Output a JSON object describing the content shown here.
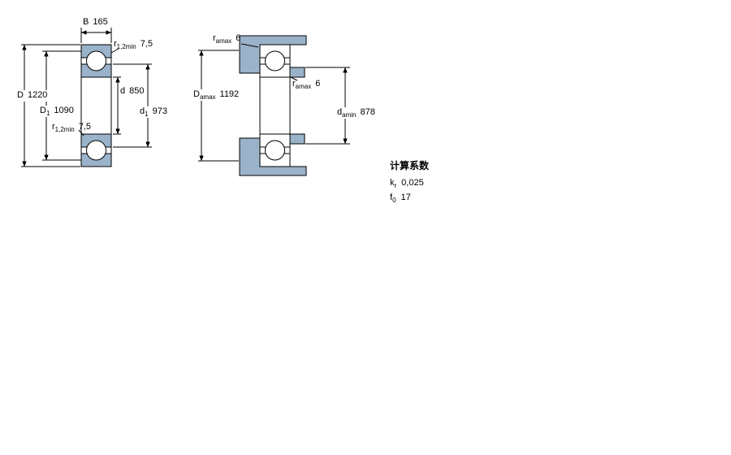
{
  "colors": {
    "shaded_fill": "#9ab3ca",
    "line_color": "#000000",
    "text_color": "#000000",
    "background": "#ffffff"
  },
  "dimension_drawing": {
    "labels": {
      "B": {
        "label": "B",
        "sub": "",
        "value": "165"
      },
      "r_top": {
        "label": "r",
        "sub": "1,2min",
        "value": "7,5"
      },
      "D": {
        "label": "D",
        "sub": "",
        "value": "1220"
      },
      "D1": {
        "label": "D",
        "sub": "1",
        "value": "1090"
      },
      "d": {
        "label": "d",
        "sub": "",
        "value": "850"
      },
      "d1": {
        "label": "d",
        "sub": "1",
        "value": "973"
      },
      "r_left": {
        "label": "r",
        "sub": "1,2min",
        "value": "7,5"
      }
    }
  },
  "abutment_drawing": {
    "labels": {
      "ra_top": {
        "label": "r",
        "sub": "amax",
        "value": "6"
      },
      "Da": {
        "label": "D",
        "sub": "amax",
        "value": "1192"
      },
      "ra_mid": {
        "label": "r",
        "sub": "amax",
        "value": "6"
      },
      "da": {
        "label": "d",
        "sub": "amin",
        "value": "878"
      }
    }
  },
  "calculation_factors": {
    "title": "计算系数",
    "rows": [
      {
        "label": "k",
        "sub": "r",
        "value": "0,025"
      },
      {
        "label": "f",
        "sub": "0",
        "value": "17"
      }
    ]
  }
}
